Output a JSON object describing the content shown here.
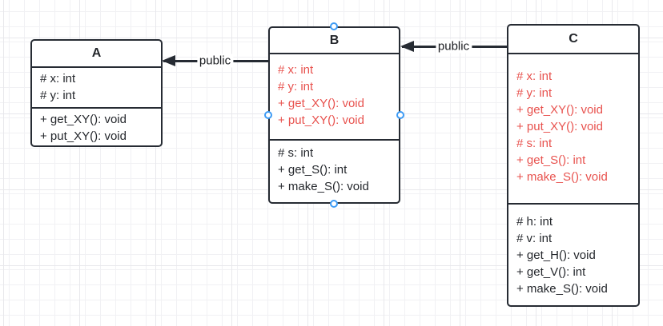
{
  "diagram": {
    "type": "uml-class-diagram",
    "classes": [
      {
        "title": "A",
        "compartments": [
          {
            "style": "normal",
            "items": [
              "# x: int",
              "# y: int"
            ]
          },
          {
            "style": "normal",
            "items": [
              "+ get_XY(): void",
              "+ put_XY(): void"
            ]
          }
        ]
      },
      {
        "title": "B",
        "compartments": [
          {
            "style": "inherited",
            "items": [
              "# x: int",
              "# y: int",
              "+ get_XY(): void",
              "+ put_XY(): void"
            ]
          },
          {
            "style": "normal",
            "items": [
              "# s: int",
              "+ get_S(): int",
              "+ make_S(): void"
            ]
          }
        ]
      },
      {
        "title": "C",
        "compartments": [
          {
            "style": "inherited",
            "items": [
              "# x: int",
              "# y: int",
              "+ get_XY(): void",
              "+ put_XY(): void",
              "# s: int",
              "+ get_S(): int",
              "+ make_S(): void"
            ]
          },
          {
            "style": "normal",
            "items": [
              "# h: int",
              "# v: int",
              "+ get_H(): void",
              "+ get_V(): int",
              "+ make_S(): void"
            ]
          }
        ]
      }
    ],
    "edges": [
      {
        "label": "public",
        "from": "B",
        "to": "A"
      },
      {
        "label": "public",
        "from": "C",
        "to": "B"
      }
    ],
    "colors": {
      "shape_border": "#262b33",
      "member_text": "#24272c",
      "inherited_member_text": "#e8524e",
      "edge_label_text": "#1c1e22",
      "handle_blue": "#3d9bf5",
      "grid_minor": "#f1f1f4",
      "grid_major": "#e8e8ec",
      "canvas_bg": "#ffffff"
    }
  }
}
